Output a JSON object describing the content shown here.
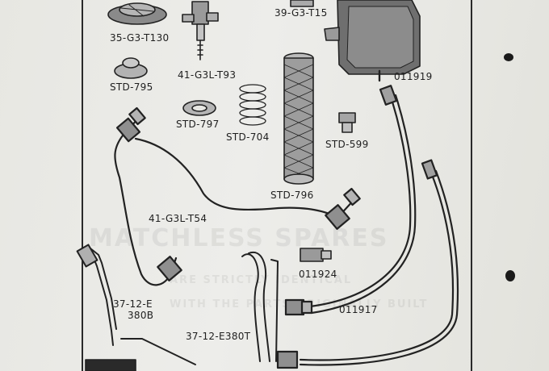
{
  "parts": [
    {
      "id": "p1",
      "number": "35-G3-T130"
    },
    {
      "id": "p2",
      "number": "41-G3L-T93"
    },
    {
      "id": "p3",
      "number": "39-G3-T15"
    },
    {
      "id": "p4",
      "number": "011919"
    },
    {
      "id": "p5",
      "number": "STD-795"
    },
    {
      "id": "p6",
      "number": "STD-797"
    },
    {
      "id": "p7",
      "number": "STD-704"
    },
    {
      "id": "p8",
      "number": "STD-599"
    },
    {
      "id": "p9",
      "number": "STD-796"
    },
    {
      "id": "p10",
      "number": "41-G3L-T54"
    },
    {
      "id": "p11",
      "number": "011924"
    },
    {
      "id": "p12",
      "number": "011917"
    },
    {
      "id": "p13",
      "number": "37-12-E"
    },
    {
      "id": "p14",
      "number": "380B"
    },
    {
      "id": "p15",
      "number": "37-12-E380T"
    }
  ],
  "watermark": {
    "line1": "MATCHLESS SPARES",
    "line2": "ARE STRICTLY IDENTICAL",
    "line3": "WITH THE PARTS ORIGINALLY BUILT"
  }
}
